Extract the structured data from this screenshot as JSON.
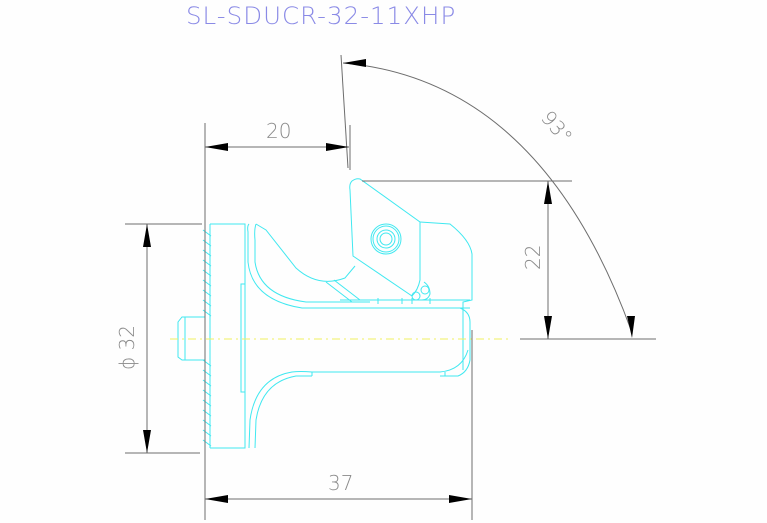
{
  "drawing": {
    "title": "SL-SDUCR-32-11XHP",
    "colors": {
      "background": "#fefefe",
      "title": "#8a8ae6",
      "part_outline": "#40e8f0",
      "centerline": "#f0f060",
      "dimension_line": "#6d6d6d",
      "dimension_text": "#8a8a8a",
      "arrowhead": "#000000"
    },
    "dimensions": {
      "diameter": {
        "symbol": "ϕ",
        "value": "32",
        "label": "ϕ  32"
      },
      "length_to_insert": {
        "value": "20"
      },
      "height_to_tip": {
        "value": "22"
      },
      "overall_length": {
        "value": "37"
      },
      "approach_angle": {
        "value": "93°"
      }
    }
  }
}
